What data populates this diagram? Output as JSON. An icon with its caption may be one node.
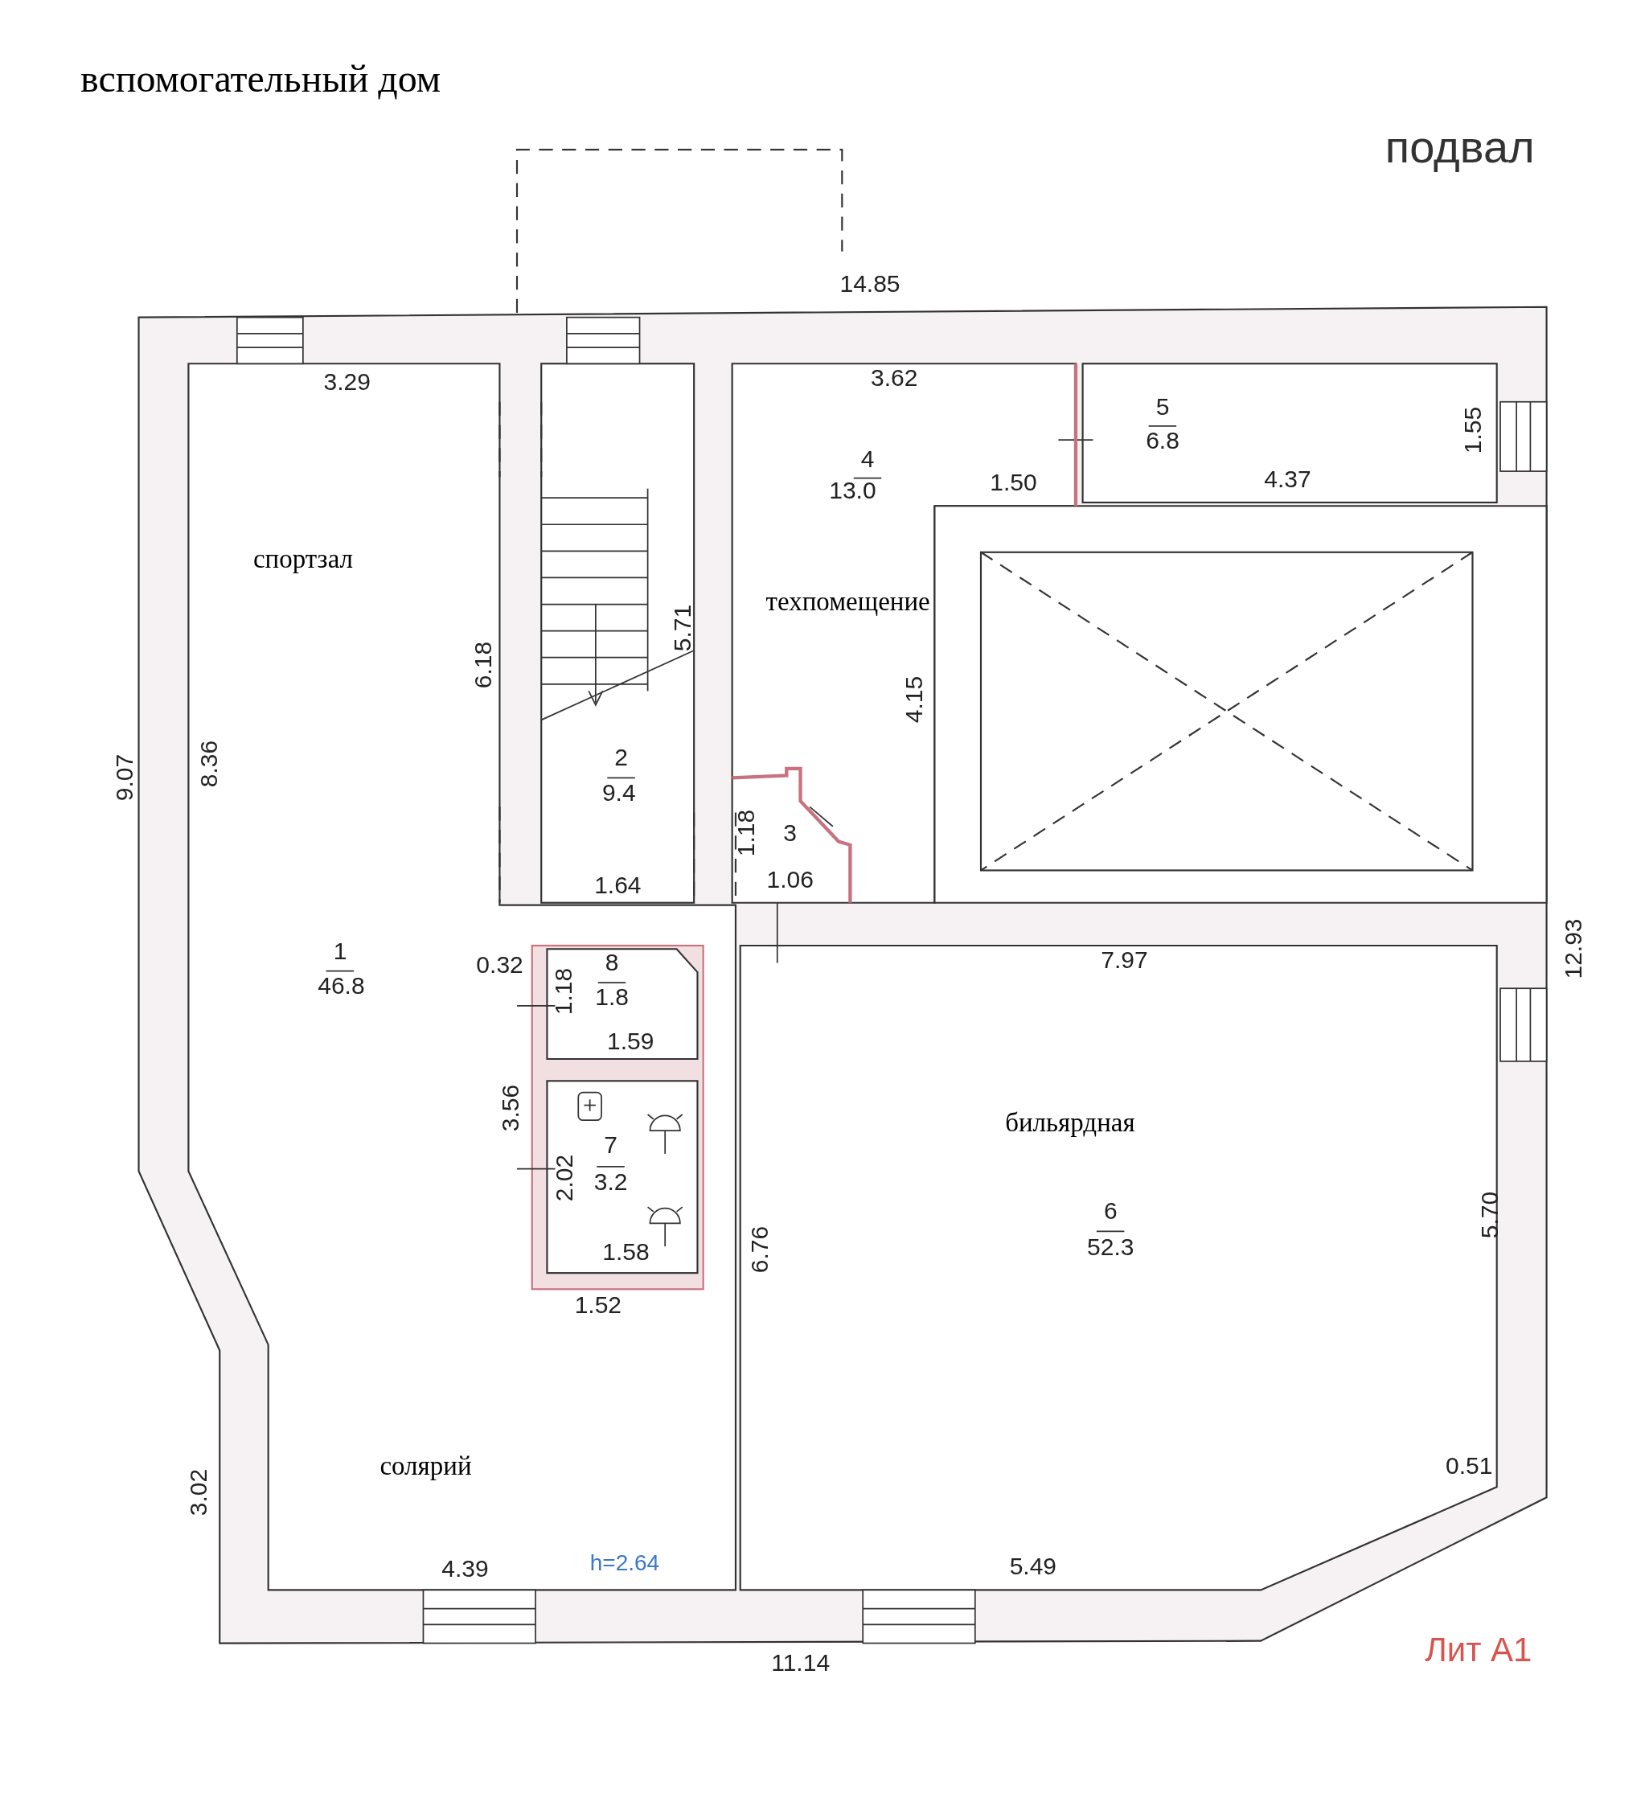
{
  "diagram": {
    "title": "вспомогательный дом",
    "labels": [
      "подвал",
      "14.85",
      "3.29",
      "3.62",
      "5",
      "6.8",
      "1.55",
      "4",
      "13.0",
      "1.50",
      "4.37",
      "спортзал",
      "техпомещение",
      "5.71",
      "6.18",
      "4.15",
      "9.07",
      "8.36",
      "2",
      "9.4",
      "1.18",
      "3",
      "1.64",
      "1.06",
      "0.32",
      "8",
      "7.97",
      "1.8",
      "1.18",
      "1",
      "46.8",
      "12.93",
      "1.59",
      "бильярдная",
      "3.56",
      "2.02",
      "7",
      "3.2",
      "5.70",
      "6",
      "52.3",
      "6.76",
      "1.58",
      "1.52",
      "0.51",
      "солярий",
      "3.02",
      "4.39",
      "h=2.64",
      "5.49",
      "11.14",
      "Лит А1"
    ]
  }
}
